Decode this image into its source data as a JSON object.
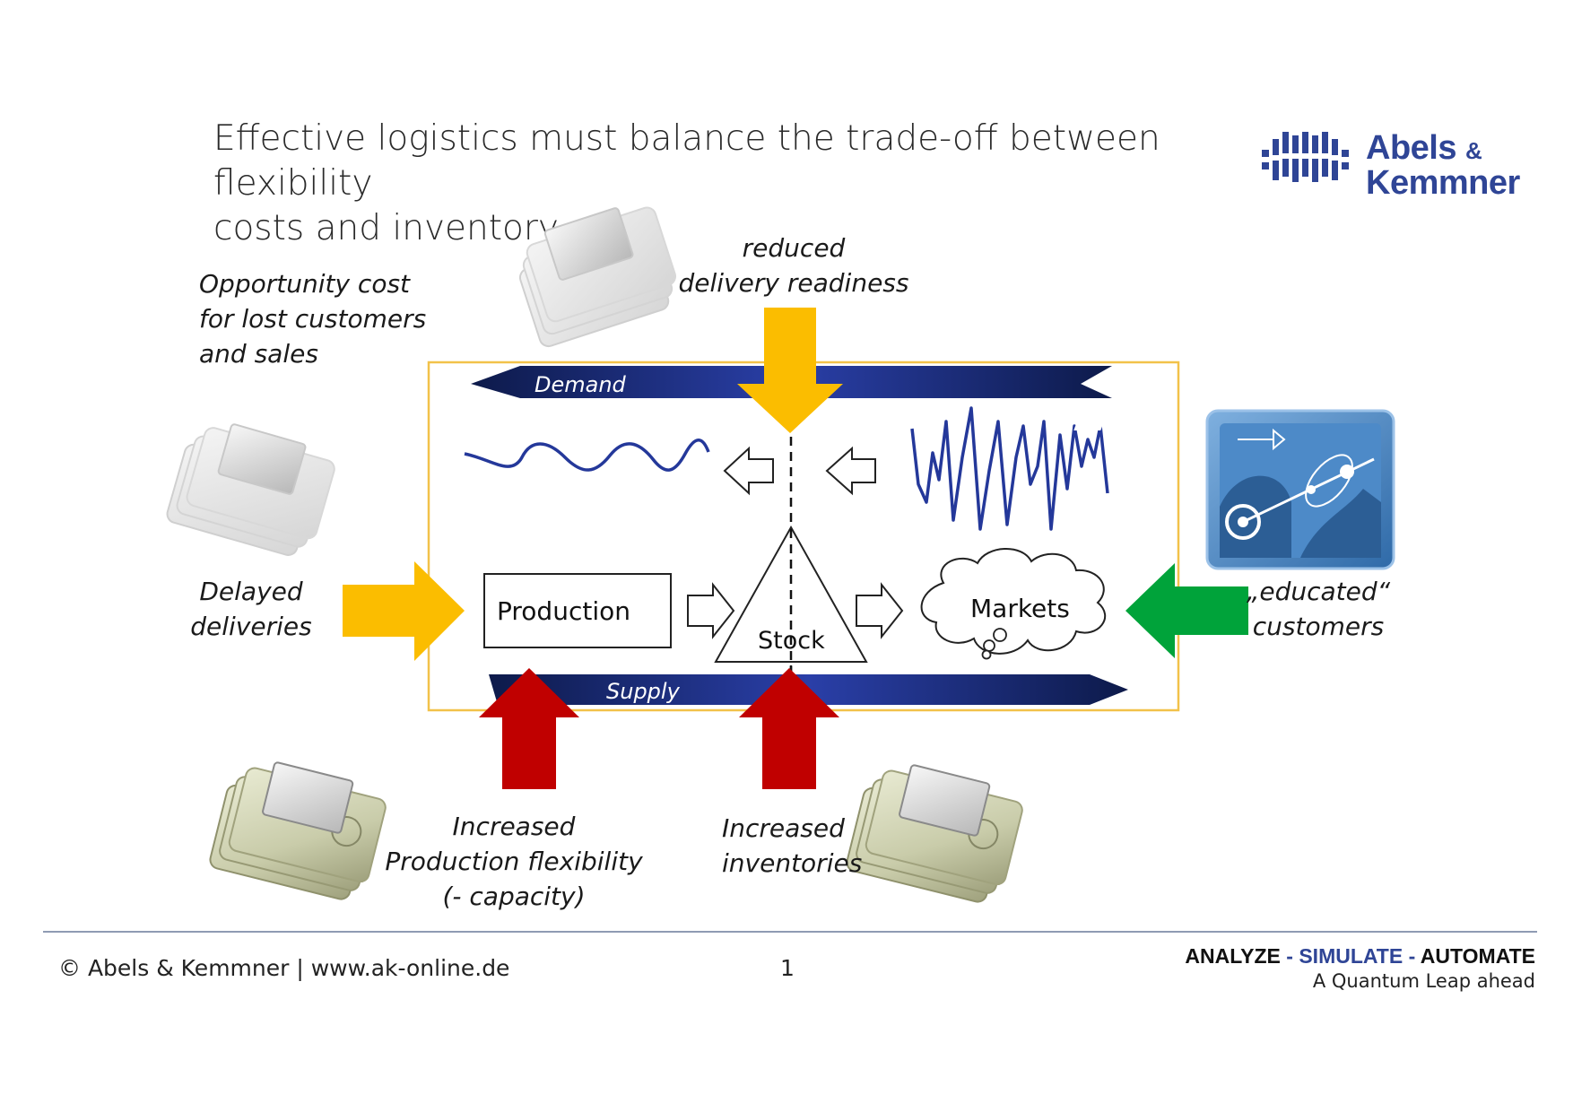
{
  "title": {
    "line1": "Effective logistics must balance the trade-off between flexibility",
    "line2": "costs and inventory costs"
  },
  "logo": {
    "name1": "Abels",
    "amp": "&",
    "name2": "Kemmner"
  },
  "labels": {
    "opportunity": [
      "Opportunity cost",
      "for lost customers",
      "and sales"
    ],
    "reduced": [
      "reduced",
      "delivery readiness"
    ],
    "delayed": [
      "Delayed",
      "deliveries"
    ],
    "educated": [
      "„educated“",
      "customers"
    ],
    "flex": [
      "Increased",
      "Production flexibility",
      "(- capacity)"
    ],
    "inventories": [
      "Increased",
      "inventories"
    ]
  },
  "diagram": {
    "demand": "Demand",
    "supply": "Supply",
    "production": "Production",
    "stock": "Stock",
    "markets": "Markets"
  },
  "icons": {
    "money": "money-stack-icon",
    "customer": "customer-education-icon"
  },
  "colors": {
    "yellow_arrow": "#fbbd00",
    "red_arrow": "#c00000",
    "green_arrow": "#00a33a",
    "navy": "#1a2a6c",
    "wave": "#24389a",
    "frame": "#f2c24a",
    "brand": "#2f4596"
  },
  "footer": {
    "copyright": "© Abels & Kemmner | www.ak-online.de",
    "page": "1",
    "tag_analyze": "ANALYZE",
    "tag_sep": "-",
    "tag_simulate": "SIMULATE",
    "tag_automate": "AUTOMATE",
    "tag_sub": "A Quantum Leap ahead"
  }
}
